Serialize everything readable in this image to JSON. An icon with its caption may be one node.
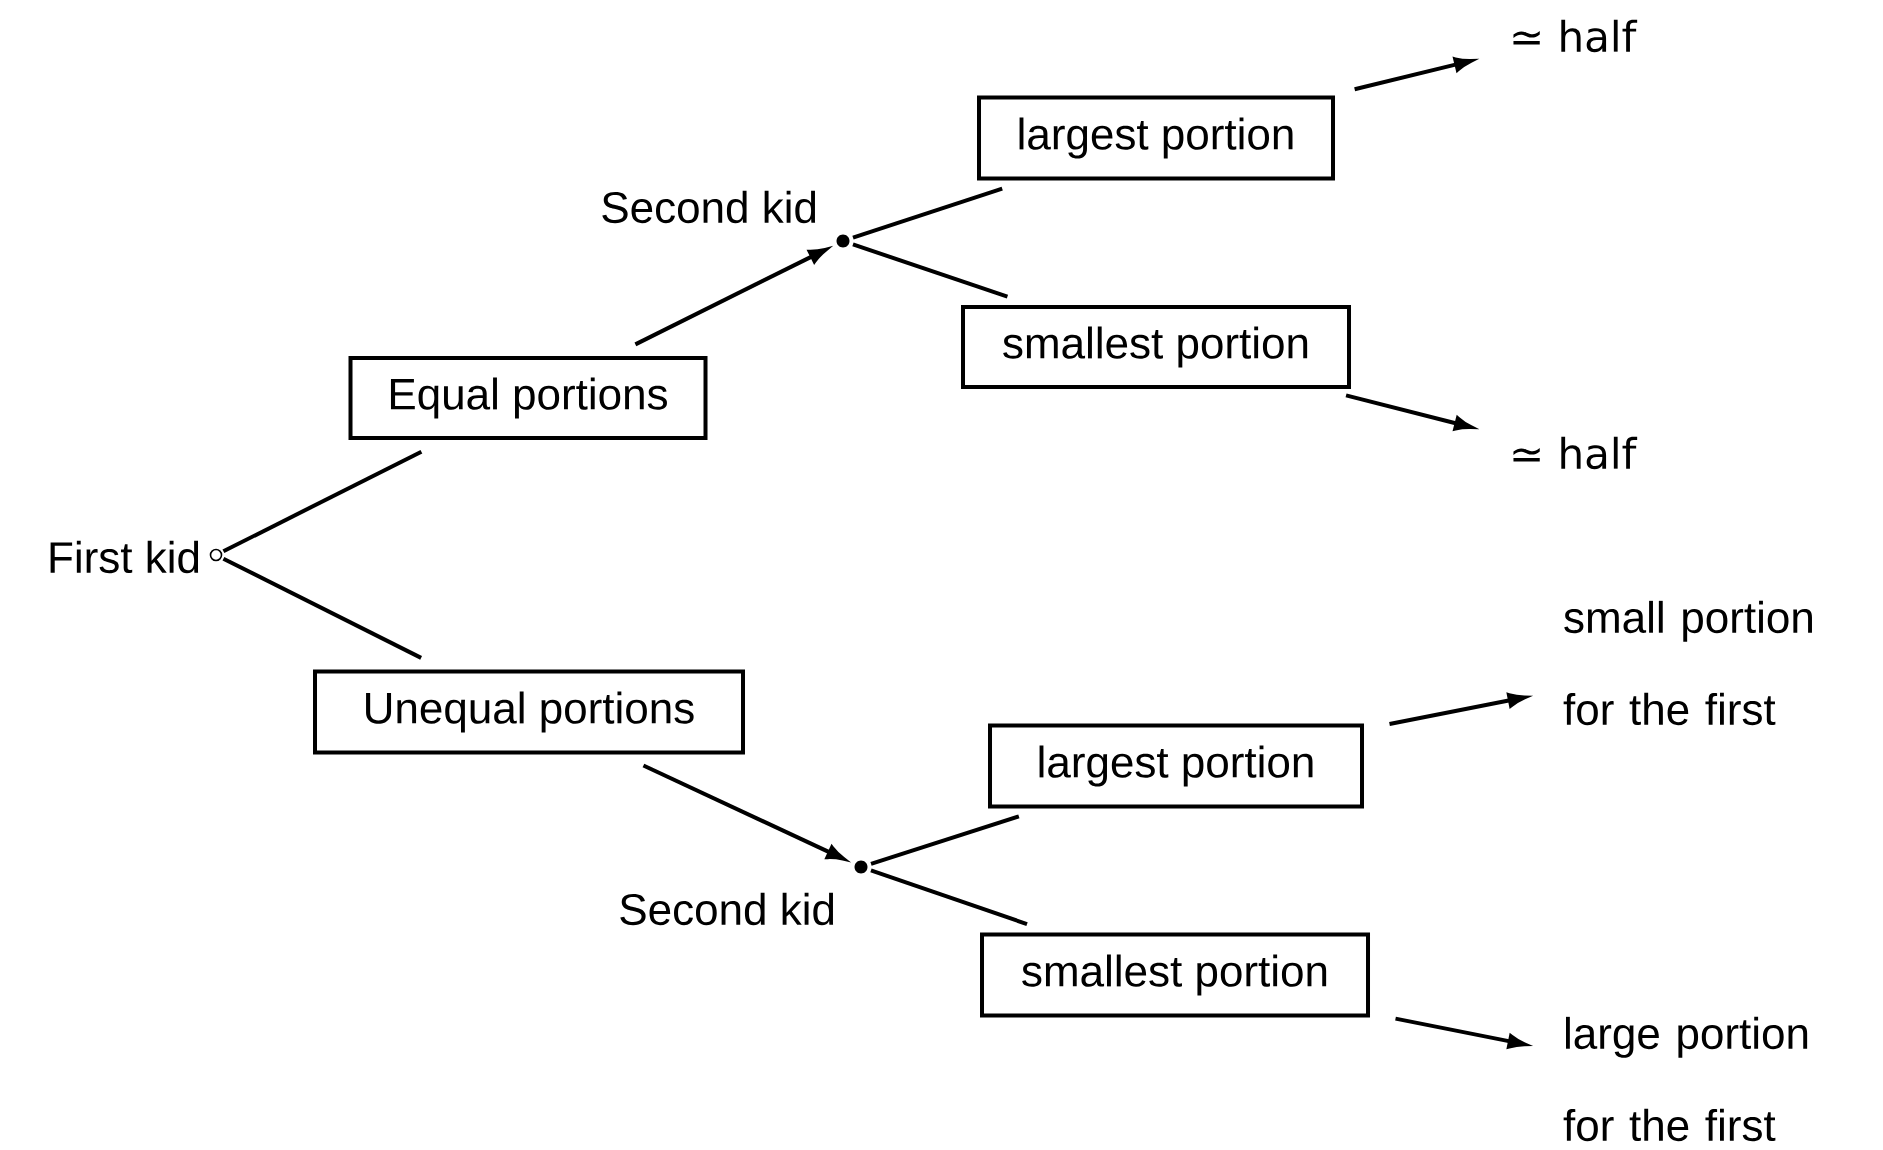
{
  "diagram": {
    "nodes": [
      {
        "text": [],
        "shape": "circle",
        "beside": [
          "First kid"
        ]
      },
      {
        "text": [
          "Equal portions"
        ]
      },
      {
        "text": [
          "Unequal portions"
        ]
      },
      {
        "text": [],
        "shape": "dot",
        "beside": [
          "Second kid"
        ]
      },
      {
        "text": [],
        "shape": "dot",
        "beside": [
          "Second kid"
        ]
      },
      {
        "text": [
          "largest portion"
        ]
      },
      {
        "text": [
          "smallest portion"
        ]
      },
      {
        "text": [
          "≃ half"
        ]
      },
      {
        "text": [
          "≃ half"
        ]
      },
      {
        "text": [
          "largest portion"
        ]
      },
      {
        "text": [
          "smallest portion"
        ]
      },
      {
        "text": [
          "small portion for the first"
        ]
      },
      {
        "text": [
          "large portion for the first"
        ]
      }
    ],
    "edges": [
      {
        "from": 0,
        "to": 1,
        "arrow": "none"
      },
      {
        "from": 0,
        "to": 2,
        "arrow": "none"
      },
      {
        "from": 1,
        "to": 3,
        "arrow": "to"
      },
      {
        "from": 2,
        "to": 4,
        "arrow": "to"
      },
      {
        "from": 3,
        "to": 5,
        "arrow": "none"
      },
      {
        "from": 3,
        "to": 6,
        "arrow": "none"
      },
      {
        "from": 5,
        "to": 7,
        "arrow": "to"
      },
      {
        "from": 6,
        "to": 8,
        "arrow": "to"
      },
      {
        "from": 4,
        "to": 9,
        "arrow": "none"
      },
      {
        "from": 4,
        "to": 10,
        "arrow": "none"
      },
      {
        "from": 9,
        "to": 11,
        "arrow": "to"
      },
      {
        "from": 10,
        "to": 12,
        "arrow": "to"
      }
    ]
  }
}
